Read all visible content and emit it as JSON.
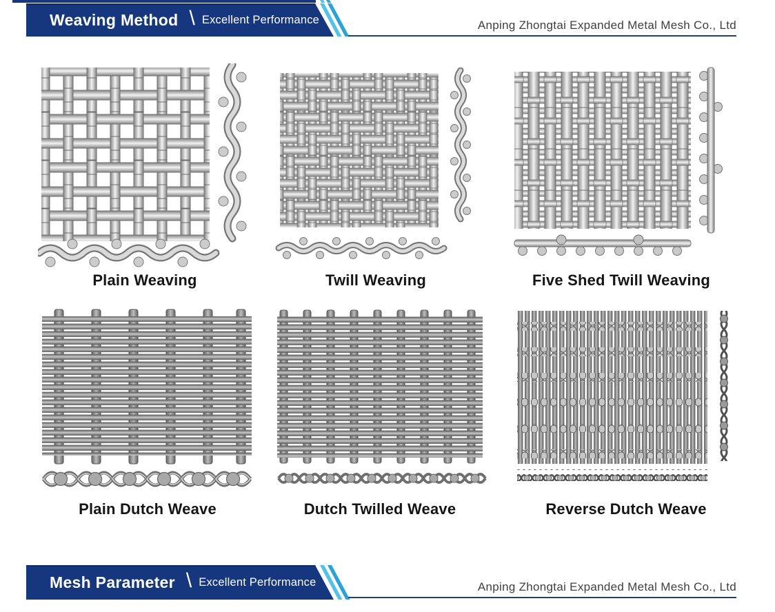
{
  "header": {
    "title": "Weaving Method",
    "separator": "\\",
    "subtitle": "Excellent Performance",
    "company": "Anping Zhongtai Expanded Metal Mesh Co., Ltd"
  },
  "footer": {
    "title": "Mesh Parameter",
    "separator": "\\",
    "subtitle": "Excellent Performance",
    "company": "Anping Zhongtai Expanded Metal Mesh Co., Ltd"
  },
  "weaving_methods": [
    {
      "label": "Plain Weaving"
    },
    {
      "label": "Twill Weaving"
    },
    {
      "label": "Five Shed Twill Weaving"
    },
    {
      "label": "Plain Dutch Weave"
    },
    {
      "label": "Dutch Twilled Weave"
    },
    {
      "label": "Reverse Dutch Weave"
    }
  ],
  "colors": {
    "banner_blue": "#16377e",
    "stripe_cyan_light": "#53c2e4",
    "stripe_cyan_dark": "#2ba3d4",
    "underline_navy": "#1e3f6f",
    "company_text": "#3f3f3f",
    "label_text": "#151515",
    "wire_light": "#f2f2f2",
    "wire_mid": "#a8a8a8",
    "wire_dark": "#5f5f5f"
  }
}
